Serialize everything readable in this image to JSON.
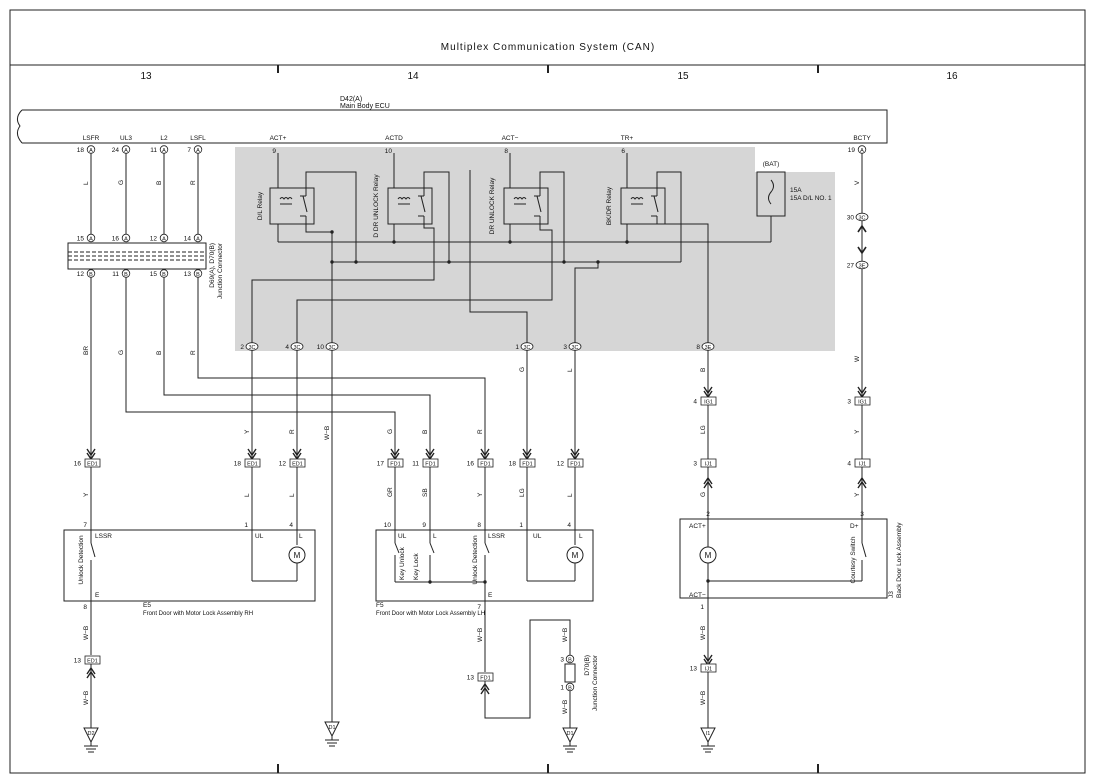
{
  "title": "Multiplex Communication System (CAN)",
  "grid": [
    "13",
    "14",
    "15",
    "16"
  ],
  "ecu": {
    "id": "D42(A)",
    "name": "Main Body ECU",
    "terminals": [
      {
        "label": "LSFR",
        "num": "18",
        "c": "A"
      },
      {
        "label": "UL3",
        "num": "24",
        "c": "A"
      },
      {
        "label": "L2",
        "num": "11",
        "c": "A"
      },
      {
        "label": "LSFL",
        "num": "7",
        "c": "A"
      },
      {
        "label": "ACT+",
        "num": "9",
        "c": ""
      },
      {
        "label": "ACTD",
        "num": "10",
        "c": ""
      },
      {
        "label": "ACT−",
        "num": "8",
        "c": ""
      },
      {
        "label": "TR+",
        "num": "6",
        "c": ""
      },
      {
        "label": "BCTY",
        "num": "19",
        "c": "A"
      }
    ]
  },
  "relays": [
    "D/L Relay",
    "D DR UNLOCK Relay",
    "DR UNLOCK Relay",
    "BK/DR Relay"
  ],
  "fuse": {
    "src": "(BAT)",
    "name": "15A D/L NO. 1"
  },
  "jc": {
    "id": "D69(A), D70(B)",
    "name": "Junction Connector",
    "top": [
      {
        "n": "15",
        "c": "A"
      },
      {
        "n": "16",
        "c": "A"
      },
      {
        "n": "12",
        "c": "A"
      },
      {
        "n": "14",
        "c": "A"
      }
    ],
    "bot": [
      {
        "n": "12",
        "c": "B"
      },
      {
        "n": "11",
        "c": "B"
      },
      {
        "n": "15",
        "c": "B"
      },
      {
        "n": "13",
        "c": "B"
      }
    ]
  },
  "wire_colors": {
    "lsfr_up": "L",
    "ul3_up": "G",
    "l2_up": "B",
    "lsfl_up": "R",
    "lsfr_dn": "BR",
    "ul3_dn": "G",
    "l2_dn": "B",
    "lsfl_dn": "R",
    "c2": "Y",
    "c4": "R",
    "c10": "W−B",
    "c1": "G",
    "c3": "L",
    "c8": "B",
    "bcty": "V",
    "w27": "W",
    "e16": "Y",
    "e18": "L",
    "e12": "L",
    "f17a": "G",
    "f11a": "B",
    "f16a": "R",
    "f17": "GR",
    "f11": "SB",
    "f16": "Y",
    "f18": "LG",
    "f12": "L",
    "ig4": "LG",
    "j3a": "G",
    "ig3": "Y",
    "j4a": "Y",
    "e8": "W−B",
    "e13": "W−B",
    "f7": "W−B",
    "d70": "W−B",
    "j1": "W−B",
    "j13": "W−B"
  },
  "shade_conns": [
    {
      "n": "2",
      "c": "3C"
    },
    {
      "n": "4",
      "c": "3C"
    },
    {
      "n": "10",
      "c": "3C"
    },
    {
      "n": "1",
      "c": "3C"
    },
    {
      "n": "3",
      "c": "3C"
    },
    {
      "n": "8",
      "c": "3E"
    }
  ],
  "bcty_inline": [
    {
      "n": "30",
      "c": "3C"
    },
    {
      "n": "27",
      "c": "3E"
    }
  ],
  "connectors": {
    "ed_16": {
      "n": "16",
      "id": "ED1"
    },
    "ed_18": {
      "n": "18",
      "id": "ED1"
    },
    "ed_12": {
      "n": "12",
      "id": "ED1"
    },
    "fd_17": {
      "n": "17",
      "id": "FD1"
    },
    "fd_11": {
      "n": "11",
      "id": "FD1"
    },
    "fd_16": {
      "n": "16",
      "id": "FD1"
    },
    "fd_18": {
      "n": "18",
      "id": "FD1"
    },
    "fd_12": {
      "n": "12",
      "id": "FD1"
    },
    "ig_4": {
      "n": "4",
      "id": "IG1"
    },
    "ig_3": {
      "n": "3",
      "id": "IG1"
    },
    "j_3": {
      "n": "3",
      "id": "IJ1"
    },
    "j_4": {
      "n": "4",
      "id": "IJ1"
    },
    "ed_13": {
      "n": "13",
      "id": "ED1"
    },
    "fd_13": {
      "n": "13",
      "id": "FD1"
    },
    "j_13": {
      "n": "13",
      "id": "IJ1"
    }
  },
  "e5": {
    "id": "E5",
    "name": "Front Door with Motor Lock Assembly RH",
    "pins": [
      "7",
      "1",
      "4",
      "8"
    ],
    "labels": [
      "LSSR",
      "UL",
      "L",
      "E"
    ],
    "switch": "Unlock Detection"
  },
  "f5": {
    "id": "F5",
    "name": "Front Door with Motor Lock Assembly LH",
    "pins": [
      "10",
      "9",
      "8",
      "1",
      "4",
      "7"
    ],
    "labels": [
      "UL",
      "L",
      "LSSR",
      "UL",
      "L",
      "E"
    ],
    "switches": [
      "Key Unlock",
      "Key Lock",
      "Unlock Detection"
    ]
  },
  "j3": {
    "id": "J3",
    "name": "Back Door Lock Assembly",
    "pins": [
      "2",
      "3",
      "1"
    ],
    "labels": [
      "ACT+",
      "D+",
      "ACT−"
    ],
    "switch": "Courtesy Switch"
  },
  "d70": {
    "id": "D70(B)",
    "name": "Junction Connector",
    "pins": [
      {
        "n": "3",
        "c": "B"
      },
      {
        "n": "1",
        "c": "B"
      }
    ]
  },
  "motor": "M",
  "grounds": [
    "D2",
    "D1",
    "D1",
    "I1"
  ]
}
